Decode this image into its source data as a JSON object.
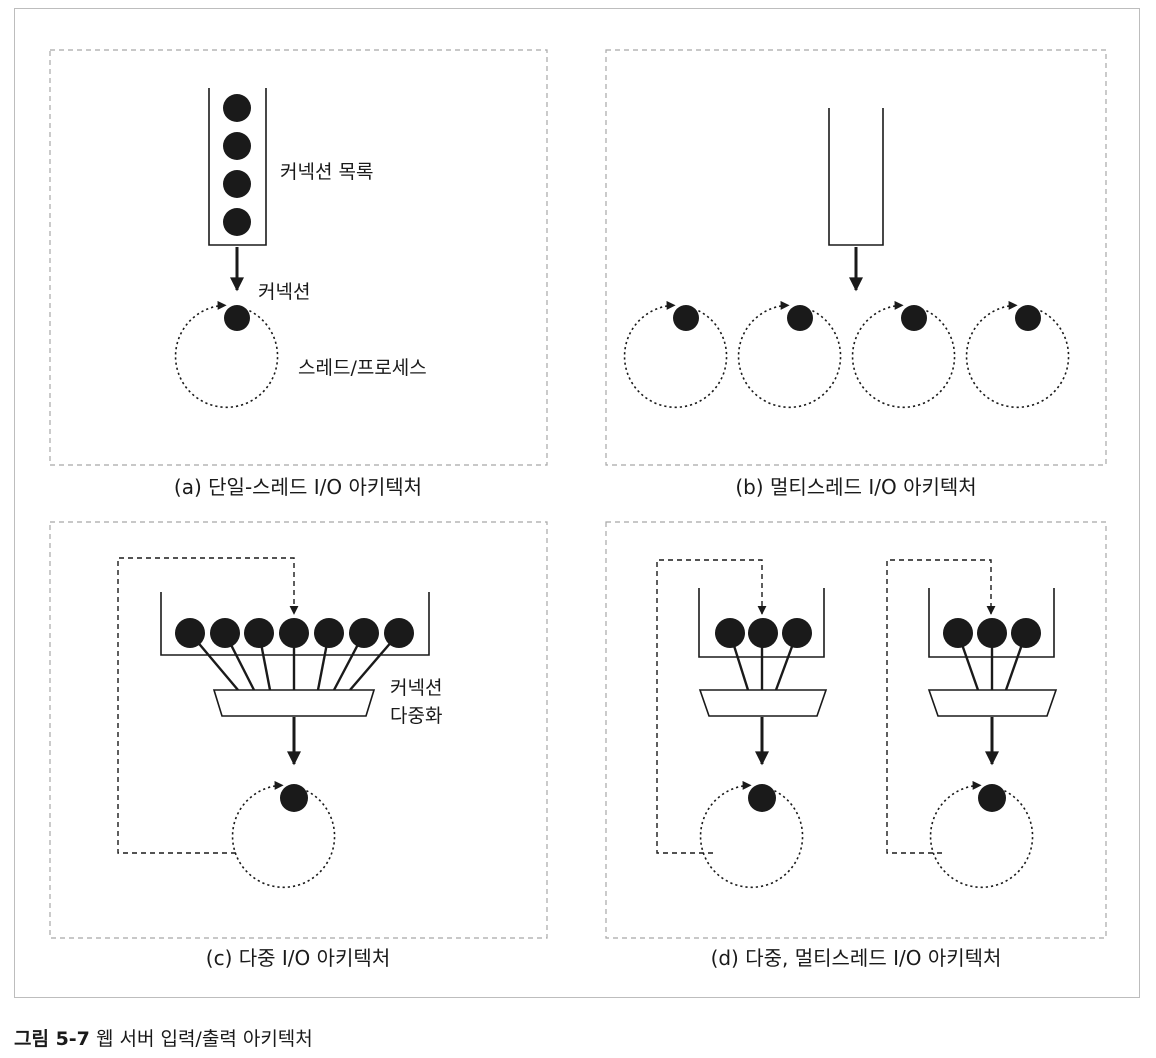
{
  "figure": {
    "number": "그림 5-7",
    "title": "웹 서버 입력/출력 아키텍처"
  },
  "panels": {
    "a": {
      "caption": "(a) 단일-스레드 I/O 아키텍처",
      "queue_label": "커넥션 목록",
      "connection_label": "커넥션",
      "thread_label": "스레드/프로세스"
    },
    "b": {
      "caption": "(b) 멀티스레드 I/O 아키텍처"
    },
    "c": {
      "caption": "(c) 다중 I/O 아키텍처",
      "mux_label_line1": "커넥션",
      "mux_label_line2": "다중화"
    },
    "d": {
      "caption": "(d) 다중, 멀티스레드 I/O 아키텍처"
    }
  }
}
